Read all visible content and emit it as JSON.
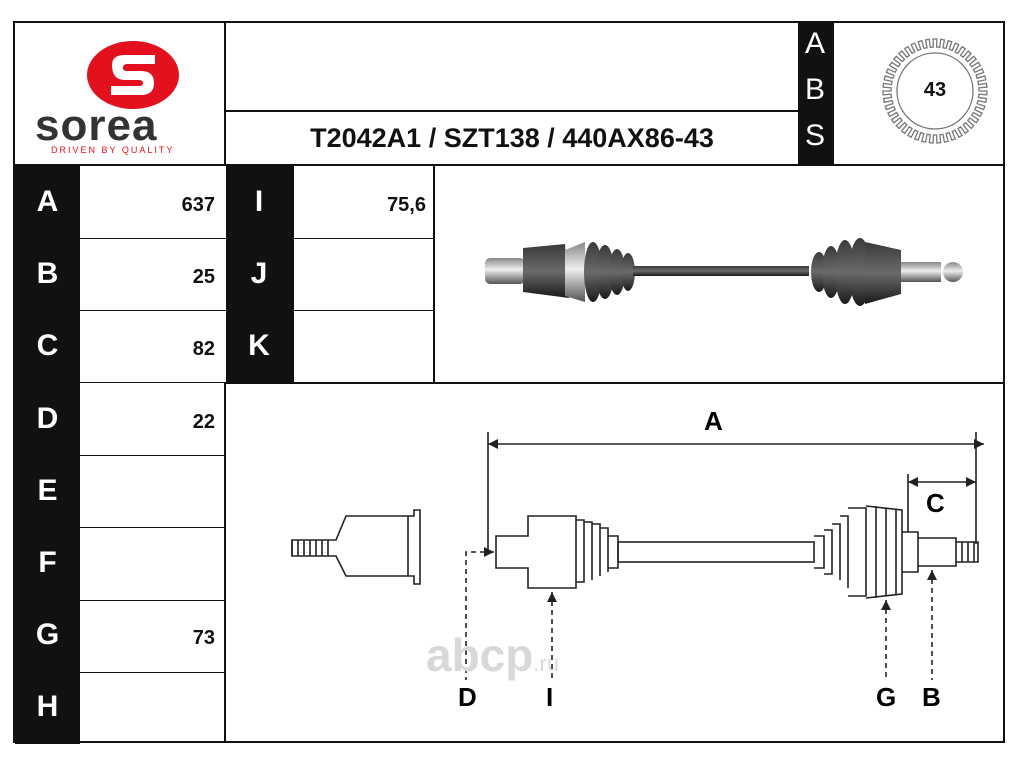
{
  "brand": {
    "name": "sorea",
    "tagline": "DRIVEN BY QUALITY",
    "logo_color": "#e3101e"
  },
  "header": {
    "part_numbers": "T2042A1 / SZT138 / 440AX86-43",
    "abs_letters": [
      "A",
      "B",
      "S"
    ],
    "abs_teeth": "43"
  },
  "specs_left": [
    {
      "key": "A",
      "value": "637"
    },
    {
      "key": "B",
      "value": "25"
    },
    {
      "key": "C",
      "value": "82"
    },
    {
      "key": "D",
      "value": "22"
    },
    {
      "key": "E",
      "value": ""
    },
    {
      "key": "F",
      "value": ""
    },
    {
      "key": "G",
      "value": "73"
    },
    {
      "key": "H",
      "value": ""
    }
  ],
  "specs_right": [
    {
      "key": "I",
      "value": "75,6"
    },
    {
      "key": "J",
      "value": ""
    },
    {
      "key": "K",
      "value": ""
    }
  ],
  "diagram_labels": {
    "A": "A",
    "C": "C",
    "D": "D",
    "I": "I",
    "G": "G",
    "B": "B"
  },
  "watermark": {
    "text": "abcp",
    "suffix": ".ru"
  }
}
